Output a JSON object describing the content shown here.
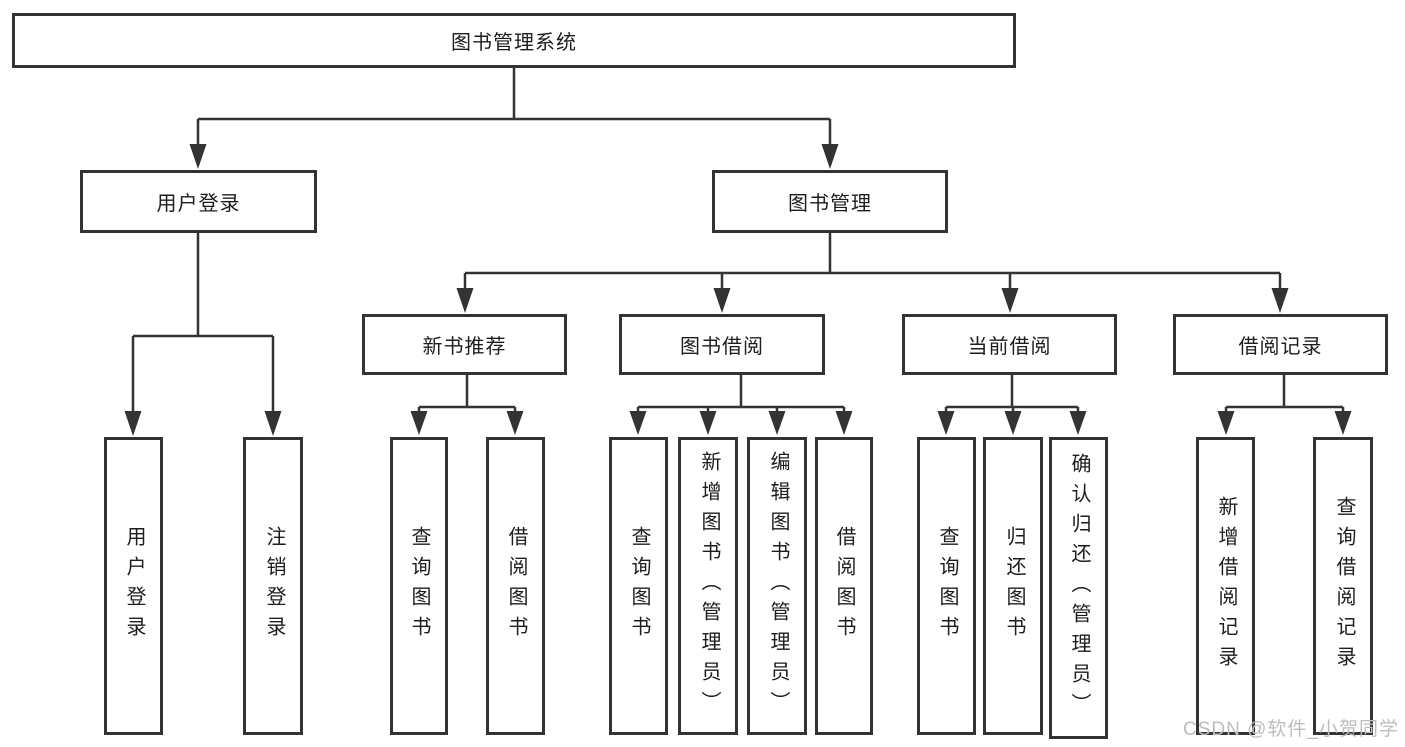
{
  "tree": {
    "root_label": "图书管理系统",
    "branches": [
      {
        "label": "用户登录",
        "leaves": [
          "用户登录",
          "注销登录"
        ]
      },
      {
        "label": "图书管理",
        "groups": [
          {
            "label": "新书推荐",
            "leaves": [
              "查询图书",
              "借阅图书"
            ]
          },
          {
            "label": "图书借阅",
            "leaves": [
              "查询图书",
              "新增图书（管理员）",
              "编辑图书（管理员）",
              "借阅图书"
            ]
          },
          {
            "label": "当前借阅",
            "leaves": [
              "查询图书",
              "归还图书",
              "确认归还（管理员）"
            ]
          },
          {
            "label": "借阅记录",
            "leaves": [
              "新增借阅记录",
              "查询借阅记录"
            ]
          }
        ]
      }
    ]
  },
  "watermark": {
    "text": "CSDN @软件_小贺同学"
  },
  "colors": {
    "line": "#333333",
    "text": "#1d1d1f",
    "background": "#ffffff",
    "watermark": "#bdbdbd"
  }
}
